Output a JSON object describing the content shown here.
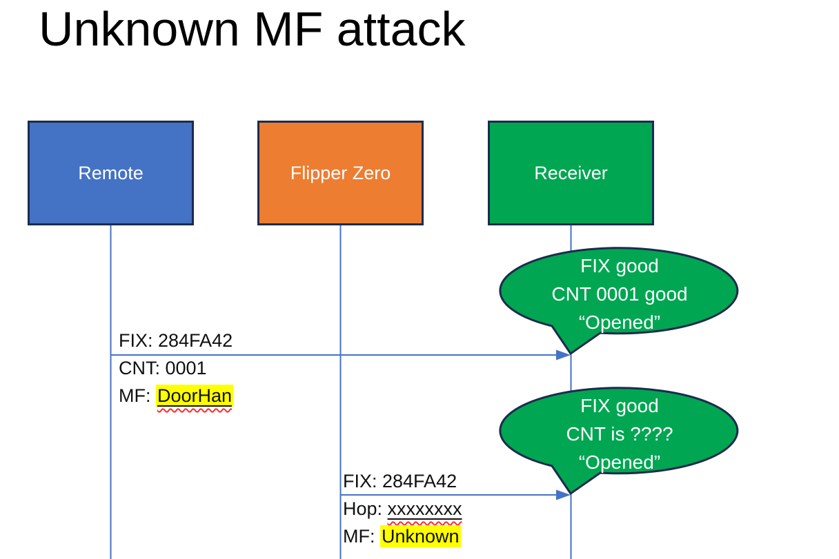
{
  "slide": {
    "title": "Unknown MF attack"
  },
  "actors": [
    {
      "label": "Remote"
    },
    {
      "label": "Flipper Zero"
    },
    {
      "label": "Receiver"
    }
  ],
  "messages": [
    {
      "from": "Remote",
      "to": "Receiver",
      "line1": "FIX: 284FA42",
      "line2": "CNT: 0001",
      "line3_prefix": "MF: ",
      "line3_value": "DoorHan"
    },
    {
      "from": "Flipper Zero",
      "to": "Receiver",
      "line1": "FIX: 284FA42",
      "line2_prefix": "Hop: ",
      "line2_value": "xxxxxxxx",
      "line3_prefix": "MF: ",
      "line3_value": "Unknown"
    }
  ],
  "callouts": [
    {
      "line1": "FIX good",
      "line2": "CNT 0001 good",
      "line3": "“Opened”"
    },
    {
      "line1": "FIX good",
      "line2": "CNT is ????",
      "line3": "“Opened”"
    }
  ],
  "colors": {
    "actor_remote": "#4472C4",
    "actor_flipper": "#ED7D31",
    "actor_receiver": "#00A651",
    "callout_fill": "#00A651",
    "shape_border": "#1C2B4D",
    "connector": "#4472C4",
    "highlight": "#FFFF00",
    "squiggle": "#FF2A2A",
    "box_text": "#FFFFFF",
    "title_text": "#000000",
    "label_text": "#101010"
  }
}
